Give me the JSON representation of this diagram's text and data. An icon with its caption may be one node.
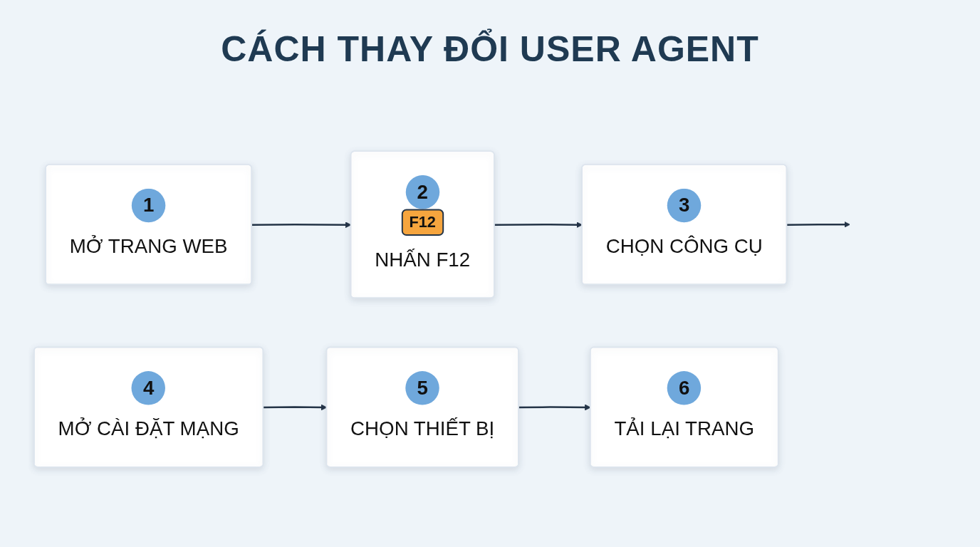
{
  "diagram": {
    "title": "CÁCH THAY ĐỔI USER AGENT",
    "nodes": [
      {
        "text": [
          "1",
          "MỞ TRANG WEB"
        ]
      },
      {
        "text": [
          "2",
          "F12",
          "NHẤN F12"
        ]
      },
      {
        "text": [
          "3",
          "CHỌN CÔNG CỤ"
        ]
      },
      {
        "text": [
          "4",
          "MỞ CÀI ĐẶT MẠNG"
        ]
      },
      {
        "text": [
          "5",
          "CHỌN THIẾT BỊ"
        ]
      },
      {
        "text": [
          "6",
          "TẢI LẠI TRANG"
        ]
      }
    ],
    "edges": [
      {
        "from": 0,
        "to": 1,
        "arrow": "to"
      },
      {
        "from": 1,
        "to": 2,
        "arrow": "to"
      },
      {
        "from": 2,
        "to": null,
        "arrow": "to"
      },
      {
        "from": 3,
        "to": 4,
        "arrow": "to"
      },
      {
        "from": 4,
        "to": 5,
        "arrow": "to"
      }
    ]
  }
}
